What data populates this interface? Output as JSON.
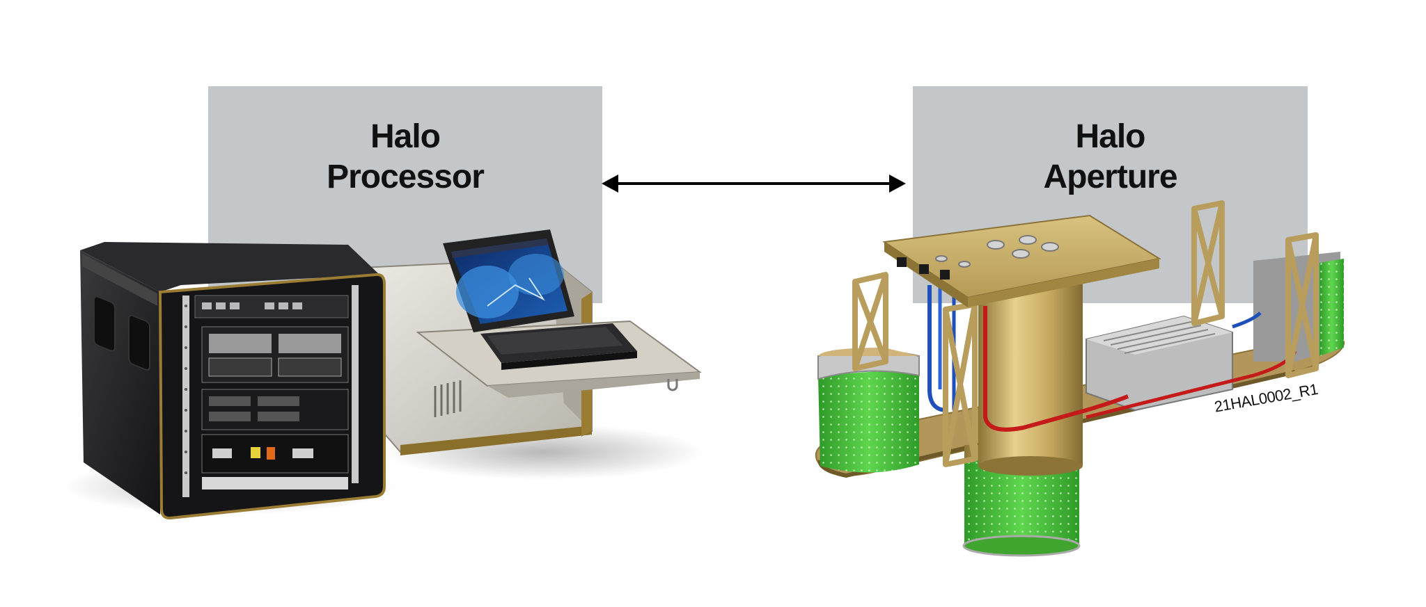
{
  "processor": {
    "line1": "Halo",
    "line2": "Processor"
  },
  "aperture": {
    "line1": "Halo",
    "line2": "Aperture"
  },
  "drawing_number": "21HAL0002_R1",
  "colors": {
    "label_box": "#c3c7ca",
    "rack_case": "#1c1c1e",
    "gold_trim": "#a8893e",
    "brass": "#c9b06a",
    "green_panel": "#44c23a",
    "cable_red": "#c41a1a",
    "cable_blue": "#1f4fb8"
  },
  "icons": [
    "double-headed-arrow-icon",
    "rack-server-illustration",
    "laptop-console-illustration",
    "aperture-array-illustration"
  ]
}
